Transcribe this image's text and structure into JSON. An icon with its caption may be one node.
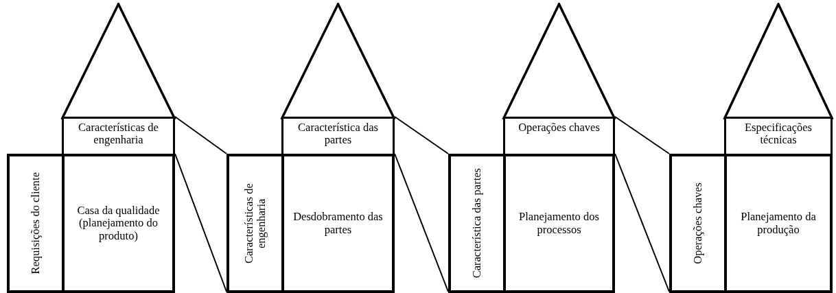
{
  "diagram": {
    "nodes": [
      {
        "text": [],
        "shape": "triangle"
      },
      {
        "text": [
          "Características de engenharia"
        ]
      },
      {
        "text": [
          "Requisições do cliente"
        ]
      },
      {
        "text": [
          "Casa da qualidade (planejamento do produto)"
        ]
      },
      {
        "text": [],
        "shape": "triangle"
      },
      {
        "text": [
          "Característica das partes"
        ]
      },
      {
        "text": [
          "Características de engenharia"
        ]
      },
      {
        "text": [
          "Desdobramento das partes"
        ]
      },
      {
        "text": [],
        "shape": "triangle"
      },
      {
        "text": [
          "Operações chaves"
        ]
      },
      {
        "text": [
          "Característica das partes"
        ]
      },
      {
        "text": [
          "Planejamento dos processos"
        ]
      },
      {
        "text": [],
        "shape": "triangle"
      },
      {
        "text": [
          "Especificações técnicas"
        ]
      },
      {
        "text": [
          "Operações chaves"
        ]
      },
      {
        "text": [
          "Planejamento da produção"
        ]
      }
    ],
    "edges": [
      {
        "from": 1,
        "to": 6,
        "arrow": "none"
      },
      {
        "from": 3,
        "to": 6,
        "arrow": "none"
      },
      {
        "from": 5,
        "to": 10,
        "arrow": "none"
      },
      {
        "from": 7,
        "to": 10,
        "arrow": "none"
      },
      {
        "from": 9,
        "to": 14,
        "arrow": "none"
      },
      {
        "from": 11,
        "to": 14,
        "arrow": "none"
      }
    ]
  }
}
